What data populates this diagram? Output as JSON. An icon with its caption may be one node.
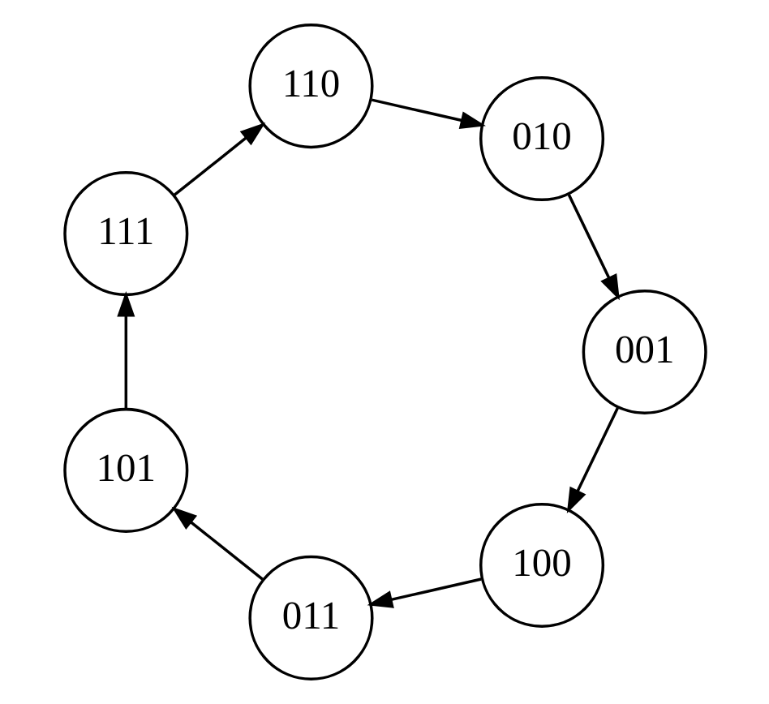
{
  "diagram": {
    "nodes": [
      {
        "text": [
          "100"
        ]
      },
      {
        "text": [
          "001"
        ]
      },
      {
        "text": [
          "011"
        ]
      },
      {
        "text": [
          "010"
        ]
      },
      {
        "text": [
          "101"
        ]
      },
      {
        "text": [
          "110"
        ]
      },
      {
        "text": [
          "111"
        ]
      }
    ],
    "edges": [
      {
        "from": 0,
        "to": 2,
        "arrow": "to"
      },
      {
        "from": 2,
        "to": 4,
        "arrow": "to"
      },
      {
        "from": 4,
        "to": 6,
        "arrow": "to"
      },
      {
        "from": 6,
        "to": 5,
        "arrow": "to"
      },
      {
        "from": 5,
        "to": 3,
        "arrow": "to"
      },
      {
        "from": 3,
        "to": 1,
        "arrow": "to"
      },
      {
        "from": 1,
        "to": 0,
        "arrow": "to"
      }
    ]
  }
}
